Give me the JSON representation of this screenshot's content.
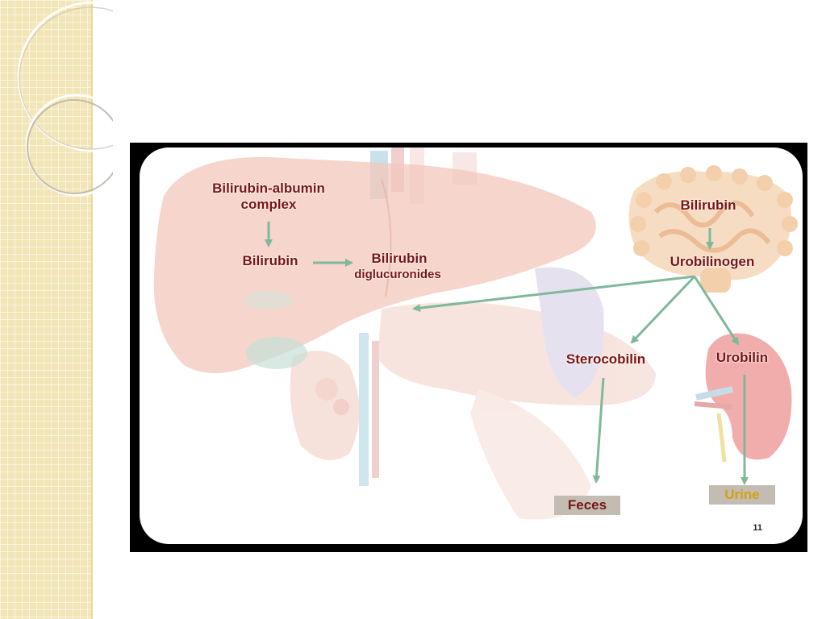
{
  "diagram": {
    "labels": {
      "bilirubin_albumin": "Bilirubin-albumin",
      "complex": "complex",
      "bilirubin_liver": "Bilirubin",
      "bilirubin_conj": "Bilirubin",
      "diglucuronides": "diglucuronides",
      "bilirubin_intestine": "Bilirubin",
      "urobilinogen": "Urobilinogen",
      "stercobilin": "Sterocobilin",
      "urobilin": "Urobilin",
      "feces": "Feces",
      "urine": "Urine"
    },
    "page_number": "11"
  },
  "colors": {
    "label_text": "#7a1414",
    "arrow": "#7fb89a",
    "urine_text": "#d3a10f",
    "feces_text": "#7a1414",
    "box_bg": "#c3bcb3",
    "left_strip": "#f2e5b6"
  },
  "icons": [
    "liver-illustration",
    "intestine-illustration",
    "kidney-illustration",
    "pancreas-illustration"
  ]
}
